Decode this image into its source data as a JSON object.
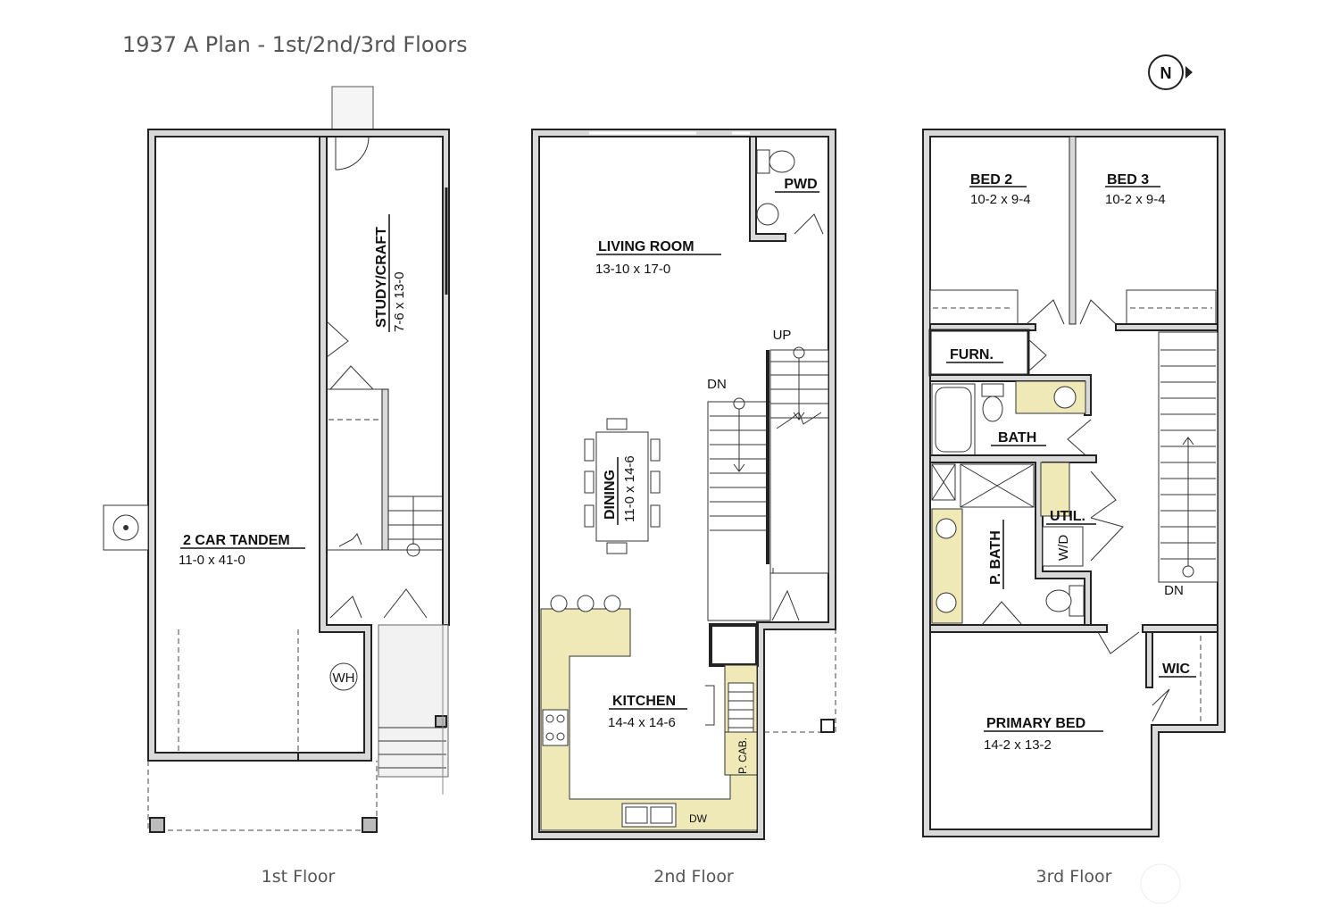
{
  "title": "1937 A Plan - 1st/2nd/3rd Floors",
  "compass": "N",
  "floors": [
    {
      "label": "1st Floor",
      "rooms": [
        {
          "name": "2 CAR TANDEM",
          "dim": "11-0 x 41-0"
        },
        {
          "name": "STUDY/CRAFT",
          "dim": "7-6 x 13-0"
        }
      ],
      "annotations": [
        "WH"
      ]
    },
    {
      "label": "2nd Floor",
      "rooms": [
        {
          "name": "PWD",
          "dim": ""
        },
        {
          "name": "LIVING ROOM",
          "dim": "13-10 x 17-0"
        },
        {
          "name": "DINING",
          "dim": "11-0 x 14-6"
        },
        {
          "name": "KITCHEN",
          "dim": "14-4 x 14-6"
        }
      ],
      "annotations": [
        "UP",
        "DN",
        "DW",
        "P. CAB."
      ]
    },
    {
      "label": "3rd Floor",
      "rooms": [
        {
          "name": "BED 2",
          "dim": "10-2 x 9-4"
        },
        {
          "name": "BED 3",
          "dim": "10-2 x 9-4"
        },
        {
          "name": "FURN.",
          "dim": ""
        },
        {
          "name": "BATH",
          "dim": ""
        },
        {
          "name": "UTIL.",
          "dim": ""
        },
        {
          "name": "P. BATH",
          "dim": ""
        },
        {
          "name": "PRIMARY BED",
          "dim": "14-2 x 13-2"
        },
        {
          "name": "WIC",
          "dim": ""
        }
      ],
      "annotations": [
        "W/D",
        "DN"
      ]
    }
  ]
}
